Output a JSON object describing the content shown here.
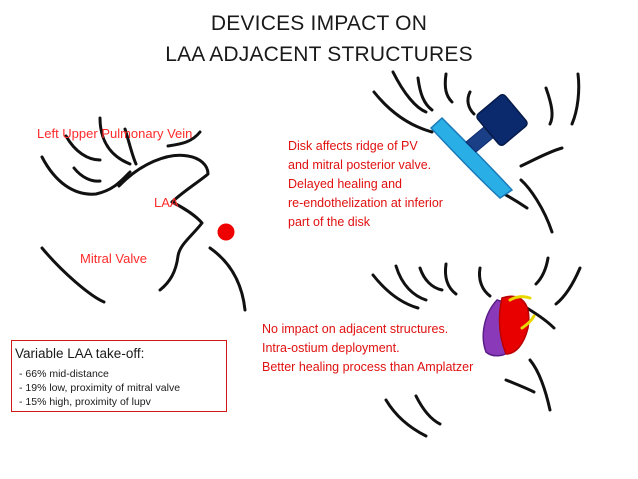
{
  "title": {
    "line1": "DEVICES IMPACT ON",
    "line2": "LAA  ADJACENT STRUCTURES"
  },
  "labels": {
    "lupv": "Left Upper Pulmonary Vein",
    "laa": "LAA",
    "mitral": "Mitral Valve"
  },
  "notes": {
    "amplatzer": [
      "Disk affects ridge of PV",
      "and mitral posterior valve.",
      "Delayed healing and",
      "re-endothelization at inferior",
      "part of the disk"
    ],
    "watchman": [
      "No impact on adjacent structures.",
      "Intra-ostium deployment.",
      "Better healing process than Amplatzer"
    ]
  },
  "takeoff": {
    "title": "Variable LAA take-off:",
    "items": [
      "- 66% mid-distance",
      "- 19% low, proximity of mitral valve",
      "- 15% high, proximity of lupv"
    ]
  },
  "colors": {
    "outline": "#111111",
    "label_red": "#ff2a2a",
    "marker_red": "#ee0000",
    "disk_blue": "#29aee6",
    "lobe_navy": "#0b2a6e",
    "watchman_purple": "#8a3ab8",
    "watchman_red": "#e80000",
    "hook_yellow": "#e8d800"
  }
}
